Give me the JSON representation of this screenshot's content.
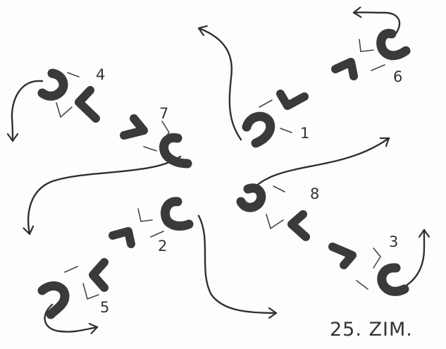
{
  "figure_numbers": [
    "1",
    "2",
    "3",
    "4",
    "5",
    "6",
    "7",
    "8"
  ],
  "date_text": "25. ZIM."
}
